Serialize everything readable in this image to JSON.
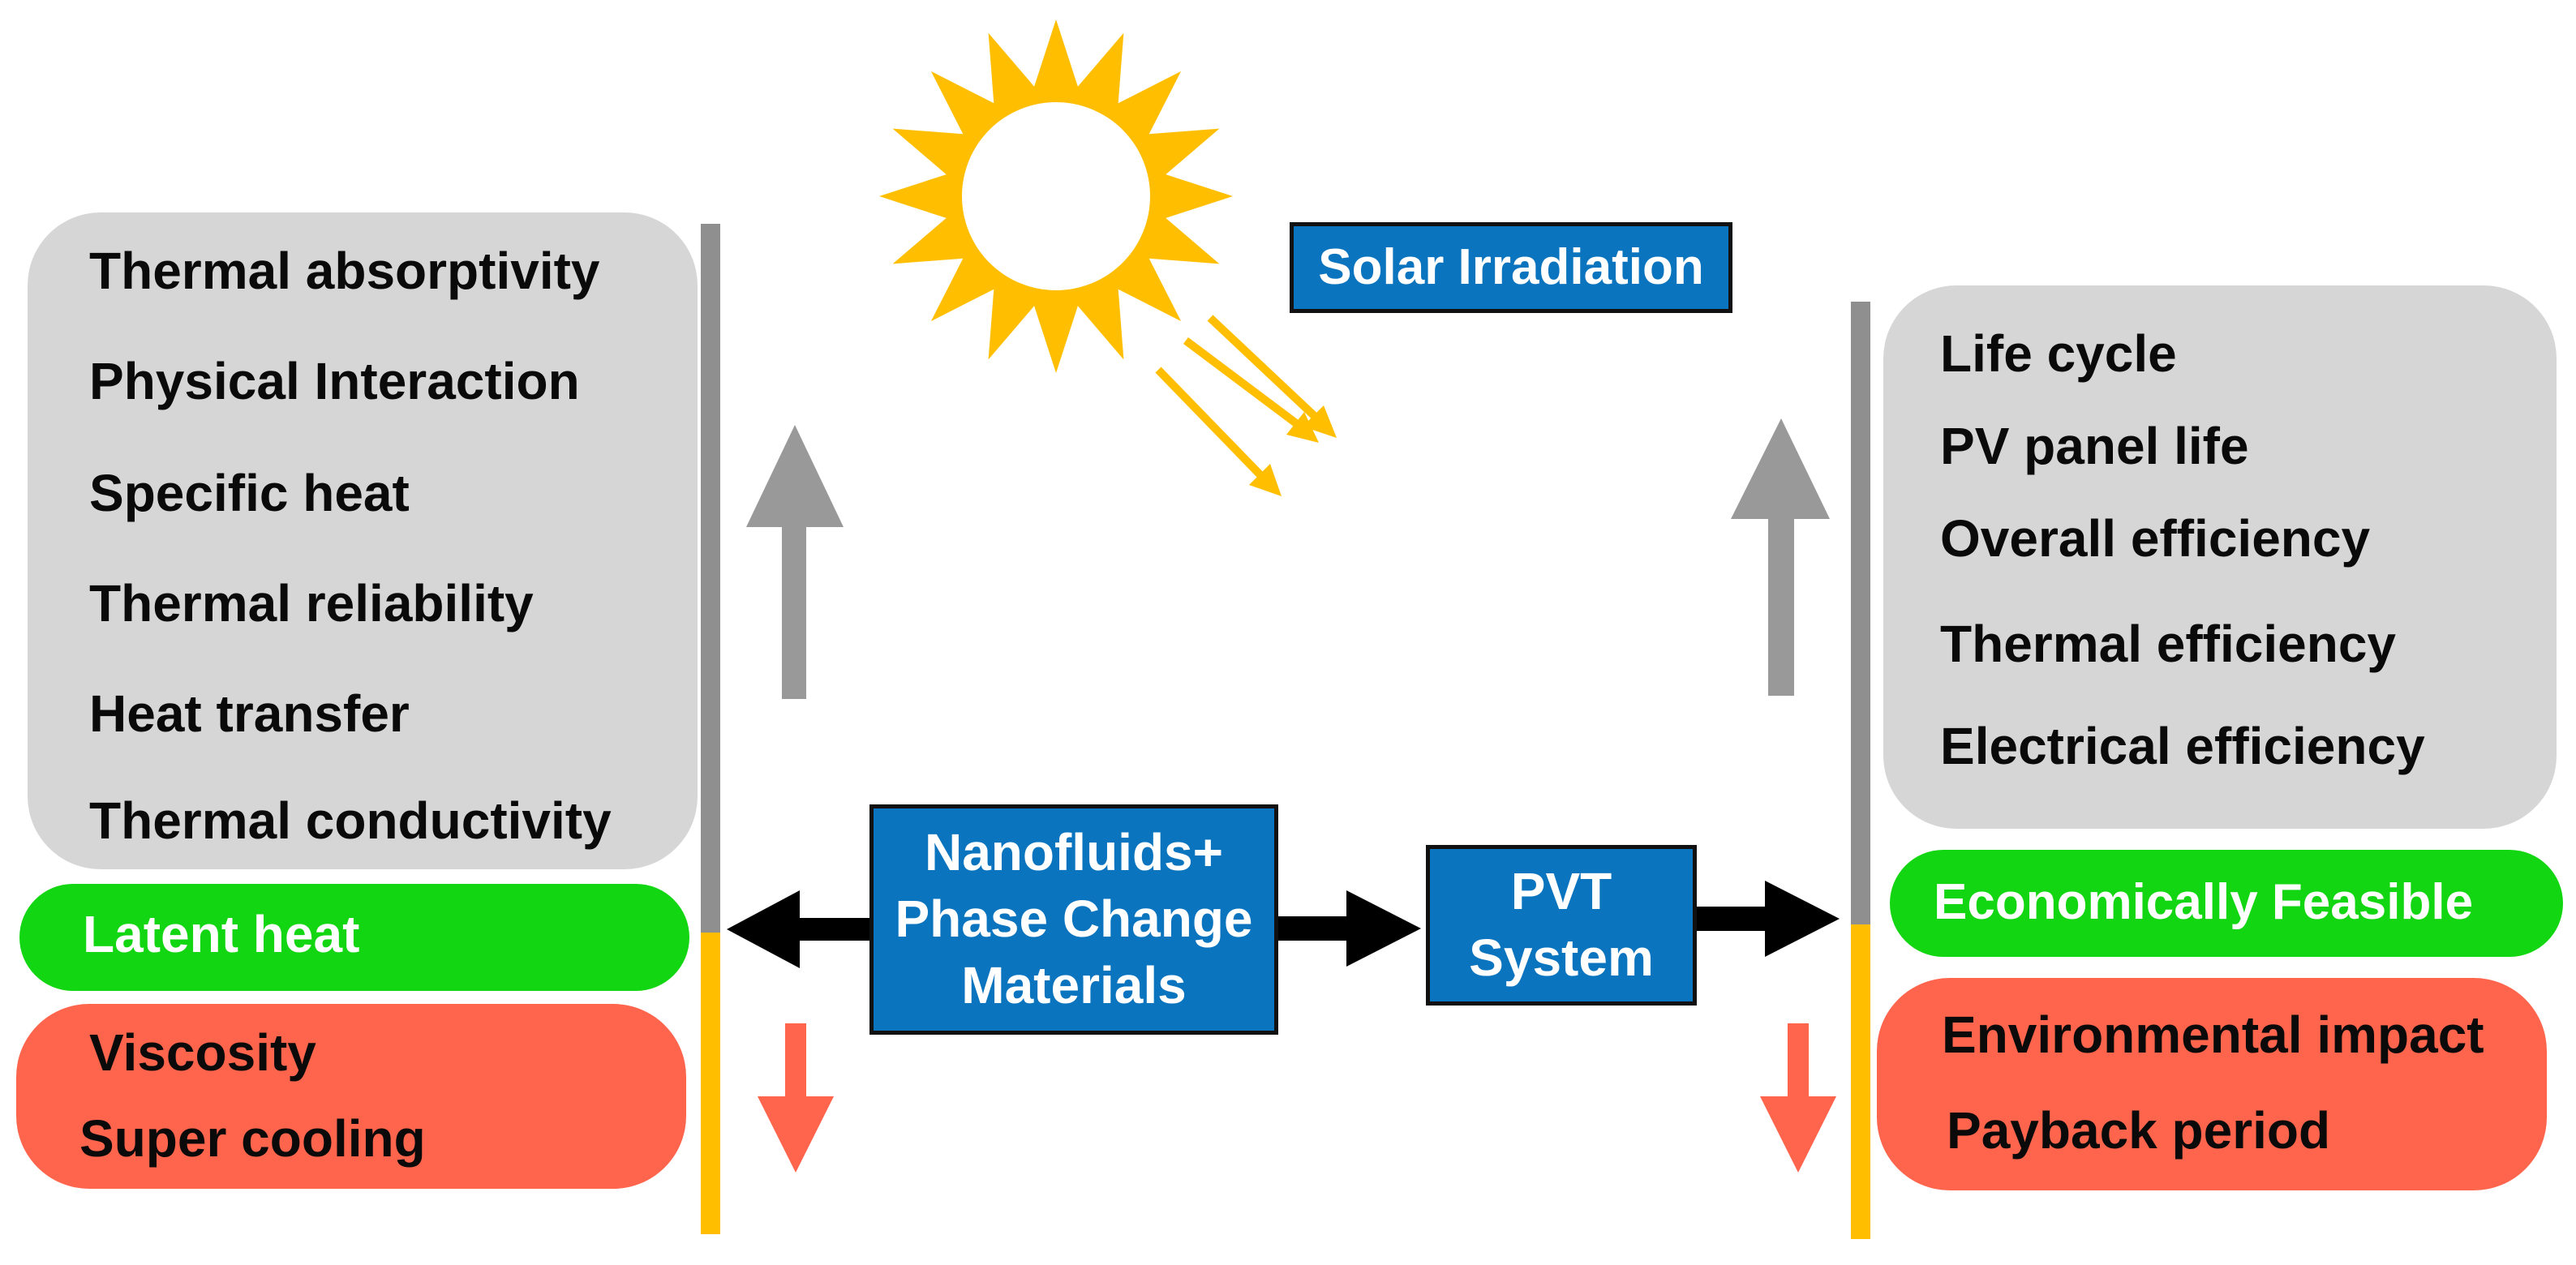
{
  "left_column": {
    "increase_items": [
      "Thermal absorptivity",
      "Physical Interaction",
      "Specific heat",
      "Thermal reliability",
      "Heat transfer",
      "Thermal conductivity"
    ],
    "feasible_item": "Latent heat",
    "decrease_items": [
      "Viscosity",
      "Super cooling"
    ]
  },
  "right_column": {
    "increase_items": [
      "Life cycle",
      "PV panel life",
      "Overall efficiency",
      "Thermal efficiency",
      "Electrical efficiency"
    ],
    "feasible_item": "Economically Feasible",
    "decrease_items": [
      "Environmental impact",
      "Payback period"
    ]
  },
  "center": {
    "source_label": "Solar Irradiation",
    "material_lines": [
      "Nanofluids+",
      "Phase Change",
      "Materials"
    ],
    "system_lines": [
      "PVT",
      "System"
    ]
  },
  "colors": {
    "gray_panel": "#d6d6d6",
    "green_panel": "#11d611",
    "red_panel": "#ff644c",
    "blue_box": "#0a74bf",
    "sun": "#ffbf00",
    "increase_arrow": "#999999",
    "decrease_arrow": "#ff644c",
    "flow_arrow": "#000000"
  },
  "icons": {
    "sun": "sun-icon",
    "increase": "arrow-up-icon",
    "decrease": "arrow-down-icon"
  }
}
